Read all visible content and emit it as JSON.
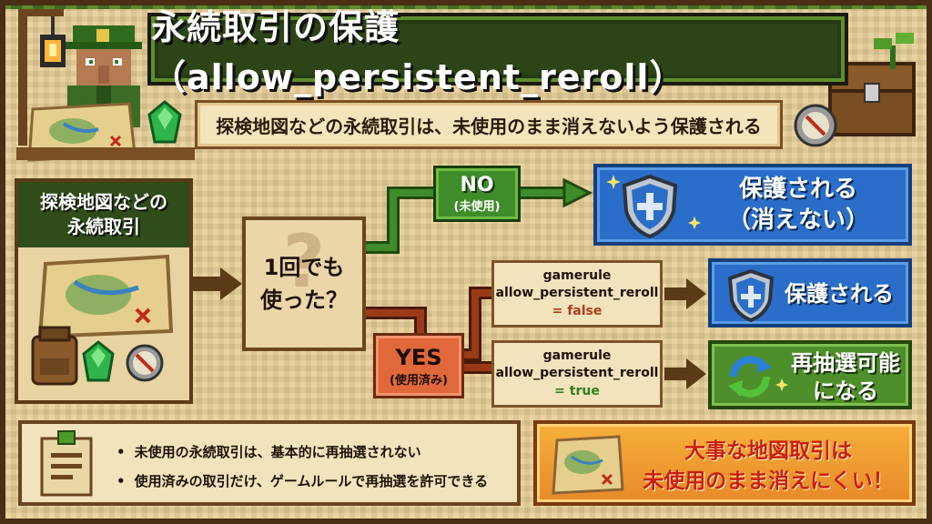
{
  "header": {
    "title": "永続取引の保護（allow_persistent_reroll）",
    "subtitle": "探検地図などの永続取引は、未使用のまま消えないよう保護される"
  },
  "left_panel": {
    "title_line1": "探検地図などの",
    "title_line2": "永続取引"
  },
  "question": {
    "line1": "1回でも",
    "line2": "使った？"
  },
  "branch_no": {
    "label": "NO",
    "sub": "(未使用)"
  },
  "branch_yes": {
    "label": "YES",
    "sub": "(使用済み)"
  },
  "rule_false": {
    "line1": "gamerule",
    "line2": "allow_persistent_reroll",
    "value": "= false"
  },
  "rule_true": {
    "line1": "gamerule",
    "line2": "allow_persistent_reroll",
    "value": "= true"
  },
  "result_no": {
    "line1": "保護される",
    "line2": "（消えない）"
  },
  "result_false": {
    "label": "保護される"
  },
  "result_true": {
    "line1": "再抽選可能",
    "line2": "になる"
  },
  "notes": {
    "item1": "未使用の永続取引は、基本的に再抽選されない",
    "item2": "使用済みの取引だけ、ゲームルールで再抽選を許可できる"
  },
  "warning": {
    "line1": "大事な地図取引は",
    "line2": "未使用のまま消えにくい！"
  },
  "colors": {
    "green_path": "#3f8c2a",
    "red_path": "#9a3a18",
    "brown_arrow": "#5b3a18",
    "blue_result": "#2a6ec9",
    "green_result": "#4e8f2c"
  },
  "icons": {
    "villager": "villager-cartographer-icon",
    "lantern": "lantern-icon",
    "map": "treasure-map-icon",
    "emerald": "emerald-icon",
    "chest": "chest-icon",
    "compass": "compass-icon",
    "backpack": "backpack-icon",
    "shield": "shield-icon",
    "reroll": "reroll-arrows-icon",
    "note": "note-paper-icon"
  }
}
